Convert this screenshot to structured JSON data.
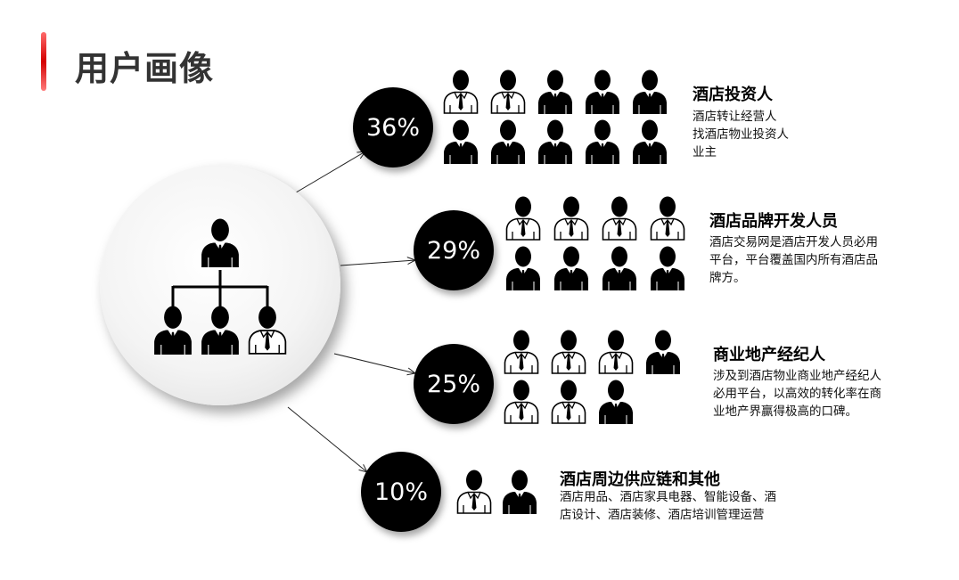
{
  "page_title": "用户画像",
  "segments": [
    {
      "percent": "36%",
      "title": "酒店投资人",
      "desc": [
        "酒店转让经营人",
        "找酒店物业投资人",
        "业主"
      ],
      "icons": [
        [
          "outline",
          "outline",
          "filled",
          "filled",
          "filled"
        ],
        [
          "filled",
          "filled",
          "filled",
          "filled",
          "filled"
        ]
      ]
    },
    {
      "percent": "29%",
      "title": "酒店品牌开发人员",
      "desc": [
        "酒店交易网是酒店开发人员必用",
        "平台，平台覆盖国内所有酒店品",
        "牌方。"
      ],
      "icons": [
        [
          "outline",
          "outline",
          "outline",
          "outline"
        ],
        [
          "filled",
          "filled",
          "filled",
          "filled"
        ]
      ]
    },
    {
      "percent": "25%",
      "title": "商业地产经纪人",
      "desc": [
        "涉及到酒店物业商业地产经纪人",
        "必用平台，以高效的转化率在商",
        "业地产界赢得极高的口碑。"
      ],
      "icons": [
        [
          "outline",
          "outline",
          "outline",
          "filled"
        ],
        [
          "outline",
          "outline",
          "filled"
        ]
      ]
    },
    {
      "percent": "10%",
      "title": "酒店周边供应链和其他",
      "desc": [
        "酒店用品、酒店家具电器、智能设备、酒",
        "店设计、酒店装修、酒店培训管理运营"
      ],
      "icons": [
        [
          "outline",
          "filled"
        ]
      ]
    }
  ]
}
